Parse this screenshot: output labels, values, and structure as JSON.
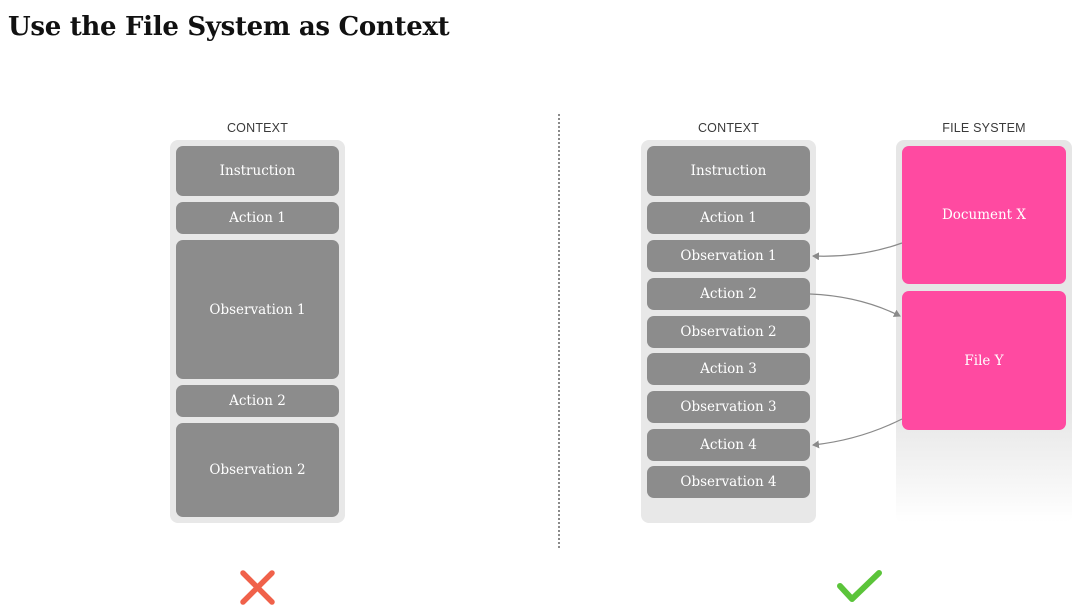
{
  "title": "Use the File System as Context",
  "left": {
    "label": "CONTEXT",
    "blocks": [
      "Instruction",
      "Action 1",
      "Observation 1",
      "Action 2",
      "Observation 2"
    ]
  },
  "right": {
    "label": "CONTEXT",
    "blocks": [
      "Instruction",
      "Action 1",
      "Observation 1",
      "Action 2",
      "Observation 2",
      "Action 3",
      "Observation 3",
      "Action 4",
      "Observation 4"
    ]
  },
  "file_system": {
    "label": "FILE SYSTEM",
    "files": [
      "Document X",
      "File Y"
    ]
  },
  "colors": {
    "context_block": "#8c8c8c",
    "file_block": "#ff4aa1",
    "cross": "#f0614a",
    "check": "#5bc43a"
  }
}
